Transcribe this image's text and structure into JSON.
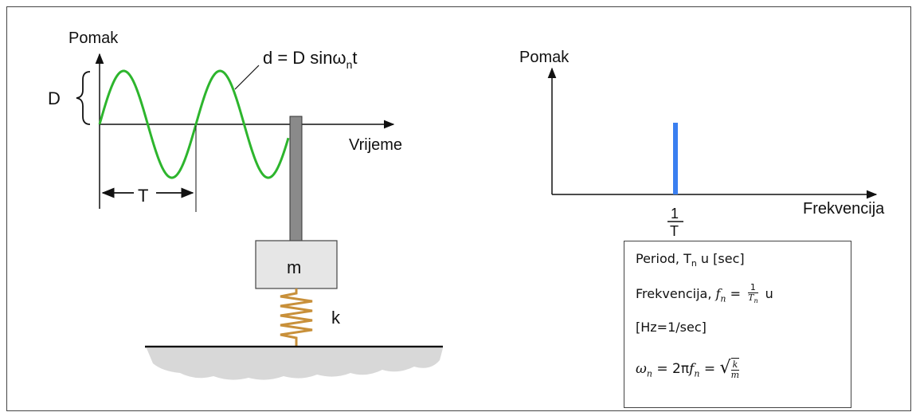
{
  "left_diagram": {
    "y_axis_label": "Pomak",
    "x_axis_label": "Vrijeme",
    "amplitude_label": "D",
    "period_label": "T",
    "equation_prefix": "d = D sinω",
    "equation_subscript": "n",
    "equation_suffix": "t",
    "mass_label": "m",
    "spring_label": "k"
  },
  "right_diagram": {
    "y_axis_label": "Pomak",
    "x_axis_label": "Frekvencija",
    "tick_numerator": "1",
    "tick_denominator": "T"
  },
  "info_box": {
    "line1_prefix": "Period, T",
    "line1_subscript": "n",
    "line1_suffix": " u [sec]",
    "line2_prefix": "Frekvencija, ",
    "line2_fn": "f",
    "line2_fn_sub": "n",
    "line2_eq": " = ",
    "line2_frac_num": "1",
    "line2_frac_den": "T",
    "line2_frac_den_sub": "n",
    "line2_suffix": " u",
    "line3": "[Hz=1/sec]",
    "line4_omega": "ω",
    "line4_omega_sub": "n",
    "line4_eq1": " = 2π",
    "line4_f": "f",
    "line4_f_sub": "n",
    "line4_eq2": " = ",
    "line4_k": "k",
    "line4_m": "m"
  },
  "colors": {
    "wave": "#2db52d",
    "spectral_line": "#3a7ff0",
    "spring": "#c8903a",
    "ground": "#d8d8d8"
  }
}
